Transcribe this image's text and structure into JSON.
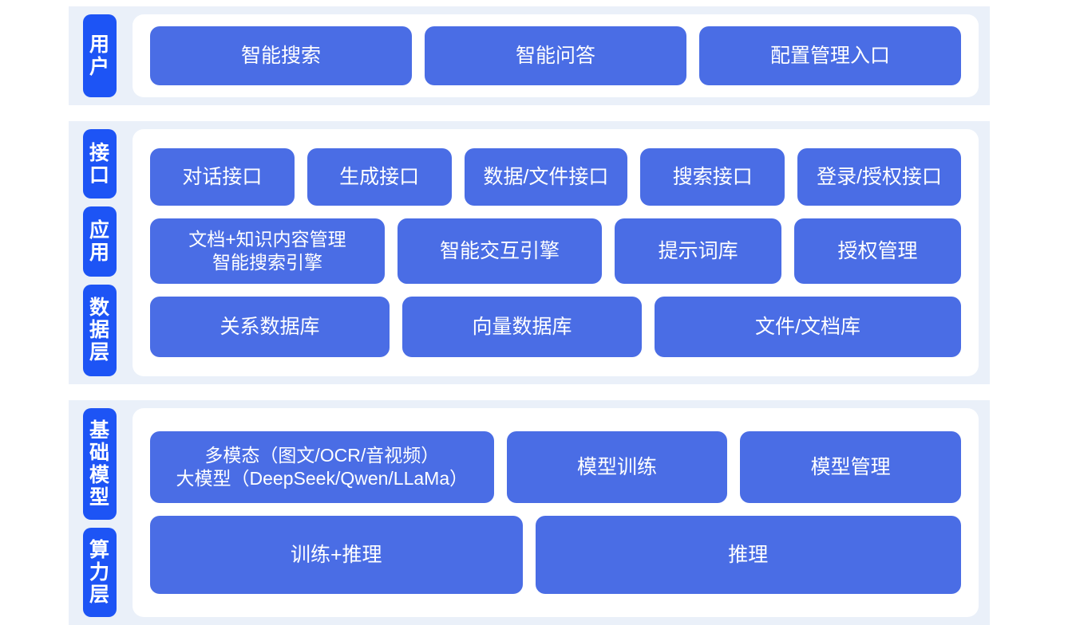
{
  "colors": {
    "page_background": "#ffffff",
    "section_band": "#eaf0f9",
    "card_background": "#ffffff",
    "rail_pill": "#1d54f5",
    "box": "#4a6de5",
    "text_on_blue": "#ffffff"
  },
  "sections": [
    {
      "id": "user",
      "rail": [
        {
          "label": "用户"
        }
      ],
      "rows": [
        {
          "id": "user-entries",
          "boxes": [
            {
              "label": "智能搜索"
            },
            {
              "label": "智能问答"
            },
            {
              "label": "配置管理入口"
            }
          ]
        }
      ]
    },
    {
      "id": "platform",
      "rail": [
        {
          "label": "接口"
        },
        {
          "label": "应用"
        },
        {
          "label": "数据层"
        }
      ],
      "rows": [
        {
          "id": "interface-row",
          "boxes": [
            {
              "label": "对话接口"
            },
            {
              "label": "生成接口"
            },
            {
              "label": "数据/文件接口"
            },
            {
              "label": "搜索接口"
            },
            {
              "label": "登录/授权接口"
            }
          ]
        },
        {
          "id": "application-row",
          "boxes": [
            {
              "label": "文档+知识内容管理\n智能搜索引擎"
            },
            {
              "label": "智能交互引擎"
            },
            {
              "label": "提示词库"
            },
            {
              "label": "授权管理"
            }
          ]
        },
        {
          "id": "data-row",
          "boxes": [
            {
              "label": "关系数据库"
            },
            {
              "label": "向量数据库"
            },
            {
              "label": "文件/文档库"
            }
          ]
        }
      ]
    },
    {
      "id": "infrastructure",
      "rail": [
        {
          "label": "基础模型"
        },
        {
          "label": "算力层"
        }
      ],
      "rows": [
        {
          "id": "model-row",
          "boxes": [
            {
              "label": "多模态（图文/OCR/音视频）\n大模型（DeepSeek/Qwen/LLaMa）"
            },
            {
              "label": "模型训练"
            },
            {
              "label": "模型管理"
            }
          ]
        },
        {
          "id": "compute-row",
          "boxes": [
            {
              "label": "训练+推理"
            },
            {
              "label": "推理"
            }
          ]
        }
      ]
    }
  ]
}
